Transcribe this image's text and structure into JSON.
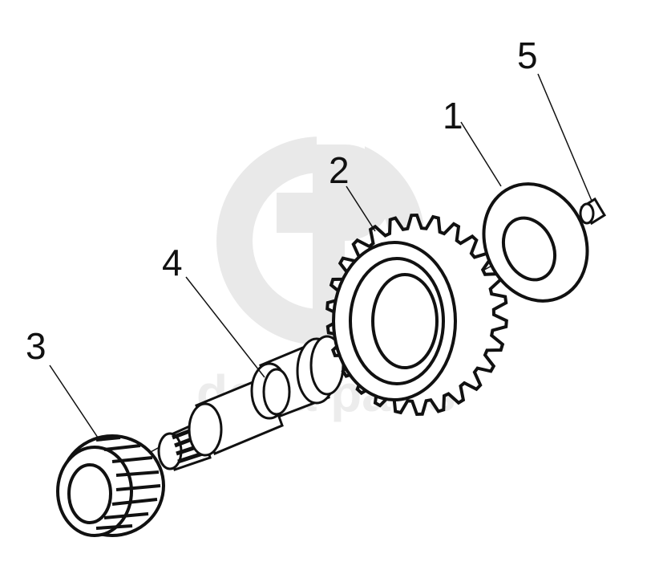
{
  "diagram": {
    "callouts": [
      {
        "id": "1",
        "label": "1",
        "part": "thrust-washer"
      },
      {
        "id": "2",
        "label": "2",
        "part": "gear"
      },
      {
        "id": "3",
        "label": "3",
        "part": "needle-bearing"
      },
      {
        "id": "4",
        "label": "4",
        "part": "shaft"
      },
      {
        "id": "5",
        "label": "5",
        "part": "sleeve"
      }
    ],
    "watermark": {
      "logo_text": "GP",
      "word": "delta parts"
    },
    "colors": {
      "ink": "#111111",
      "watermark": "#e6e6e6",
      "background": "#ffffff"
    }
  }
}
